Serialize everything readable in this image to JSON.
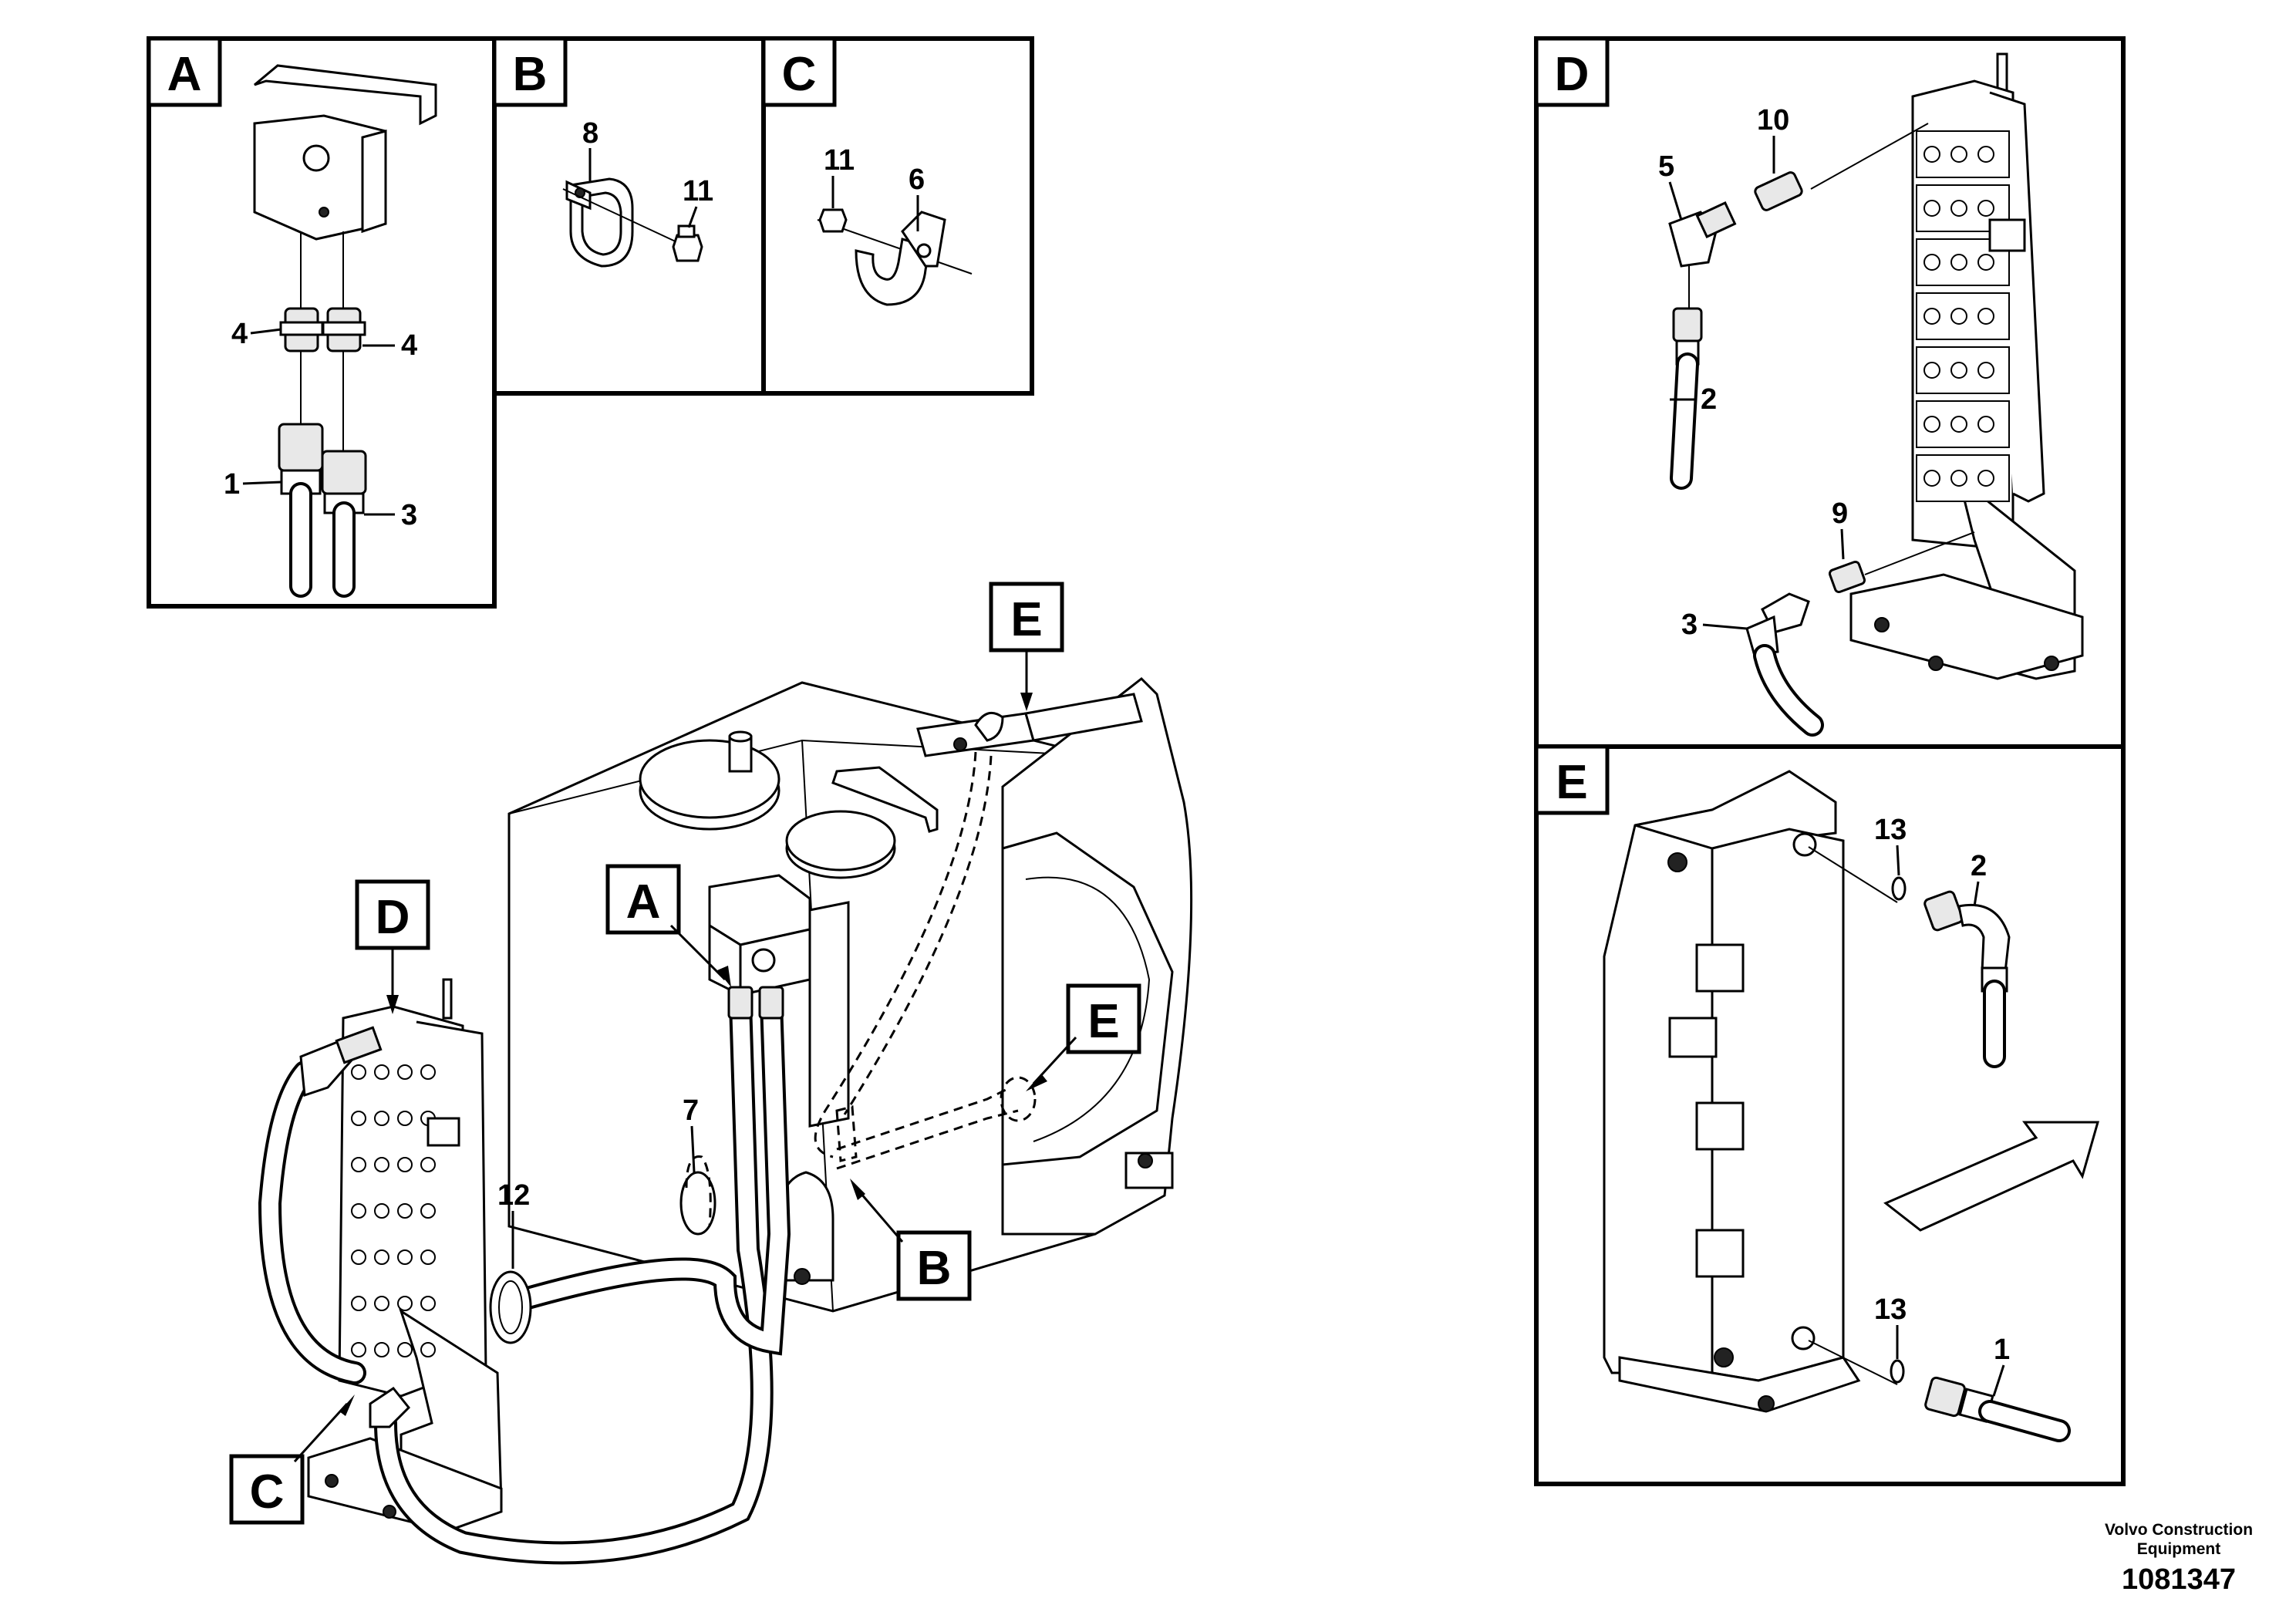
{
  "panel_tags": {
    "A": "A",
    "B": "B",
    "C": "C",
    "D": "D",
    "E": "E"
  },
  "callouts": {
    "n1": "1",
    "n2": "2",
    "n3": "3",
    "n4": "4",
    "n5": "5",
    "n6": "6",
    "n7": "7",
    "n8": "8",
    "n9": "9",
    "n10": "10",
    "n11": "11",
    "n12": "12",
    "n13": "13"
  },
  "footer": {
    "company_line1": "Volvo Construction",
    "company_line2": "Equipment",
    "drawing_number": "1081347"
  }
}
